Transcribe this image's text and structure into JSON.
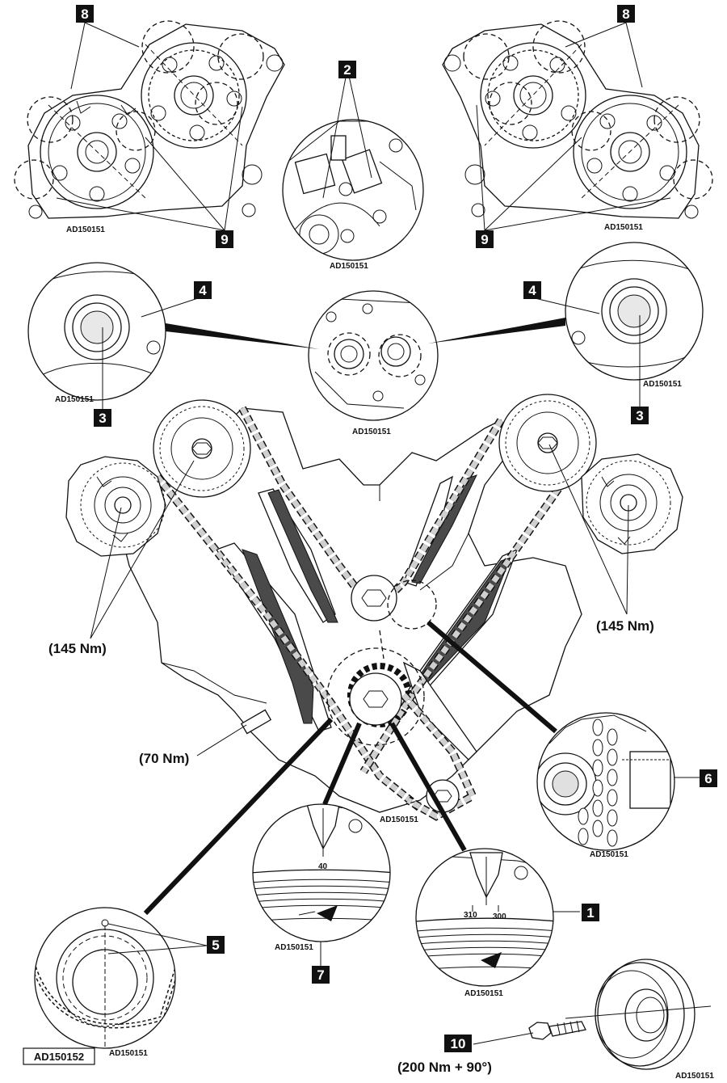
{
  "figure_id": "AD150152",
  "image_code": "AD150151",
  "callouts": [
    "1",
    "2",
    "3",
    "4",
    "5",
    "6",
    "7",
    "8",
    "9",
    "10"
  ],
  "torques": {
    "left_camshaft": "(145 Nm)",
    "right_camshaft": "(145 Nm)",
    "tensioner_bolt": "(70 Nm)",
    "crank_pulley_bolt": "(200 Nm + 90°)"
  },
  "scale_marks": {
    "left_gauge": "40",
    "right_gauge_a": "310",
    "right_gauge_b": "300"
  }
}
